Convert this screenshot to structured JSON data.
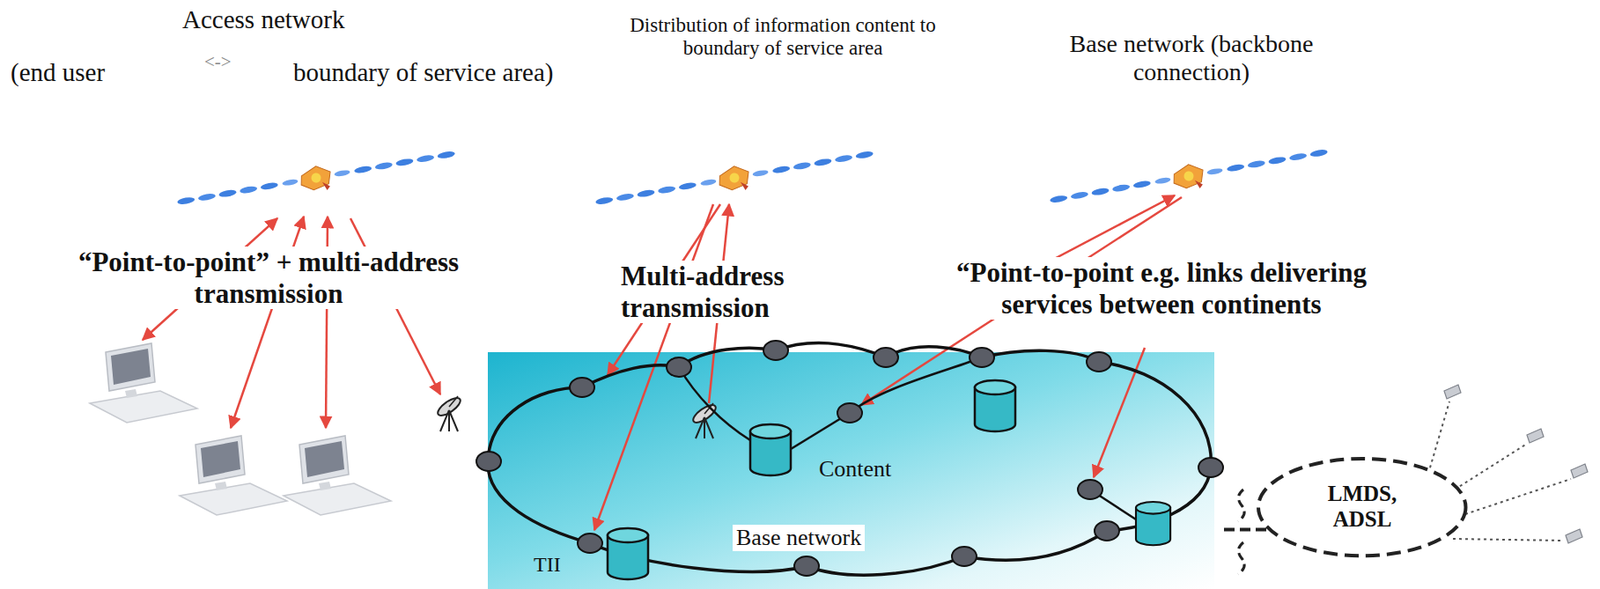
{
  "diagram": {
    "nodes": [
      {
        "text": [
          "Base network"
        ]
      },
      {
        "text": [
          "LMDS, ADSL"
        ]
      }
    ],
    "edges": [
      {
        "from": 0,
        "to": 1,
        "arrow": "none"
      }
    ],
    "labels": [
      "Access network",
      "(end user",
      "<->",
      "boundary of service area)",
      "Distribution of information content to boundary of service area",
      "Base network (backbone connection)",
      "“Point-to-point” + multi-address transmission",
      "Multi-address transmission",
      "“Point-to-point e.g. links delivering services between continents",
      "Content",
      "TII"
    ]
  }
}
